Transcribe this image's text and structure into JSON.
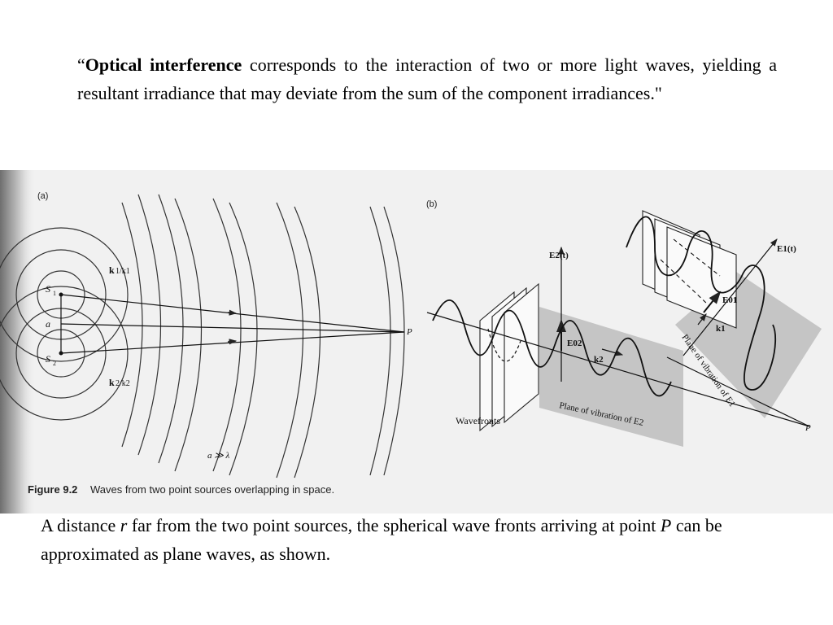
{
  "quote": {
    "open_mark": "“",
    "term": "Optical interference",
    "body": " corresponds to the interaction of two or more light waves, yielding a resultant irradiance that may deviate from the sum of the component irradiances.\""
  },
  "figure": {
    "panel_a": {
      "label": "(a)",
      "s1": "S",
      "s1_sub": "1",
      "s2": "S",
      "s2_sub": "2",
      "a": "a",
      "k1": "k",
      "k1_rest": "1/k1",
      "k2": "k",
      "k2_rest": "2/k2",
      "p": "P",
      "condition": "a ≫ λ"
    },
    "panel_b": {
      "label": "(b)",
      "e2t": "E2(t)",
      "e1t": "E1(t)",
      "e01": "E01",
      "e02": "E02",
      "k1": "k1",
      "k2": "k2",
      "wavefronts": "Wavefronts",
      "plane2": "Plane of vibration of E2",
      "plane1": "Plane of vibration of E1",
      "p": "P"
    },
    "caption_bold": "Figure 9.2",
    "caption_text": "Waves from two point sources overlapping in space."
  },
  "caption": {
    "part1": "A distance ",
    "r": "r",
    "part2": " far from the two point sources, the spherical wave fronts arriving at point ",
    "p": "P",
    "part3": " can be approximated as plane waves, as shown."
  }
}
